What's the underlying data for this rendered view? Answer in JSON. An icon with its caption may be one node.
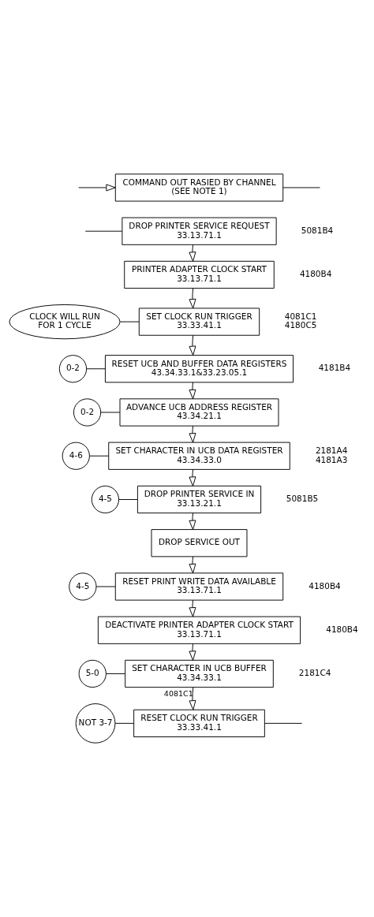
{
  "diagram": {
    "nodes": [
      {
        "text": [
          "COMMAND OUT RASIED BY CHANNEL",
          "(SEE NOTE 1)"
        ]
      },
      {
        "text": [
          "DROP PRINTER SERVICE REQUEST",
          "33.13.71.1"
        ],
        "beside": [
          "5081B4"
        ]
      },
      {
        "text": [
          "PRINTER ADAPTER CLOCK START",
          "33.13.71.1"
        ],
        "beside": [
          "4180B4"
        ]
      },
      {
        "text": [
          "CLOCK WILL RUN FOR 1 CYCLE"
        ]
      },
      {
        "text": [
          "SET CLOCK RUN TRIGGER",
          "33.33.41.1"
        ],
        "beside": [
          "4081C1",
          "4180C5"
        ]
      },
      {
        "text": [
          "0-2"
        ]
      },
      {
        "text": [
          "RESET UCB AND BUFFER DATA REGISTERS",
          "43.34.33.1&33.23.05.1"
        ],
        "beside": [
          "4181B4"
        ]
      },
      {
        "text": [
          "0-2"
        ]
      },
      {
        "text": [
          "ADVANCE UCB ADDRESS REGISTER",
          "43.34.21.1"
        ]
      },
      {
        "text": [
          "4-6"
        ]
      },
      {
        "text": [
          "SET CHARACTER IN UCB DATA REGISTER",
          "43.34.33.0"
        ],
        "beside": [
          "2181A4",
          "4181A3"
        ]
      },
      {
        "text": [
          "4-5"
        ]
      },
      {
        "text": [
          "DROP PRINTER SERVICE IN",
          "33.13.21.1"
        ],
        "beside": [
          "5081B5"
        ]
      },
      {
        "text": [
          "DROP SERVICE OUT"
        ]
      },
      {
        "text": [
          "4-5"
        ]
      },
      {
        "text": [
          "RESET PRINT WRITE DATA AVAILABLE",
          "33.13.71.1"
        ],
        "beside": [
          "4180B4"
        ]
      },
      {
        "text": [
          "DEACTIVATE PRINTER ADAPTER CLOCK START",
          "33.13.71.1"
        ],
        "beside": [
          "4180B4"
        ]
      },
      {
        "text": [
          "5-0"
        ]
      },
      {
        "text": [
          "SET CHARACTER IN UCB BUFFER",
          "43.34.33.1"
        ],
        "beside": [
          "2181C4"
        ]
      },
      {
        "text": [
          "NOT 3-7"
        ]
      },
      {
        "text": [
          "RESET CLOCK RUN TRIGGER",
          "33.33.41.1"
        ]
      }
    ],
    "edges": [
      {
        "from": 0,
        "to": null,
        "arrow": "none"
      },
      {
        "from": null,
        "to": 0,
        "arrow": "to"
      },
      {
        "from": null,
        "to": 1,
        "arrow": "none"
      },
      {
        "from": 1,
        "to": 2,
        "arrow": "to"
      },
      {
        "from": 2,
        "to": 4,
        "arrow": "to"
      },
      {
        "from": 3,
        "to": 4,
        "arrow": "none"
      },
      {
        "from": 4,
        "to": 6,
        "arrow": "to"
      },
      {
        "from": 5,
        "to": 6,
        "arrow": "none"
      },
      {
        "from": 6,
        "to": 8,
        "arrow": "to"
      },
      {
        "from": 7,
        "to": 8,
        "arrow": "none"
      },
      {
        "from": 8,
        "to": 10,
        "arrow": "to"
      },
      {
        "from": 9,
        "to": 10,
        "arrow": "none"
      },
      {
        "from": 10,
        "to": 12,
        "arrow": "to"
      },
      {
        "from": 11,
        "to": 12,
        "arrow": "none"
      },
      {
        "from": 12,
        "to": 13,
        "arrow": "to"
      },
      {
        "from": 13,
        "to": 15,
        "arrow": "to"
      },
      {
        "from": 14,
        "to": 15,
        "arrow": "none"
      },
      {
        "from": 15,
        "to": 16,
        "arrow": "to"
      },
      {
        "from": 16,
        "to": 18,
        "arrow": "to"
      },
      {
        "from": 17,
        "to": 18,
        "arrow": "none"
      },
      {
        "from": 18,
        "to": 20,
        "arrow": "to",
        "label": "4081C1"
      },
      {
        "from": 19,
        "to": 20,
        "arrow": "none"
      },
      {
        "from": 20,
        "to": null,
        "arrow": "none"
      }
    ]
  }
}
